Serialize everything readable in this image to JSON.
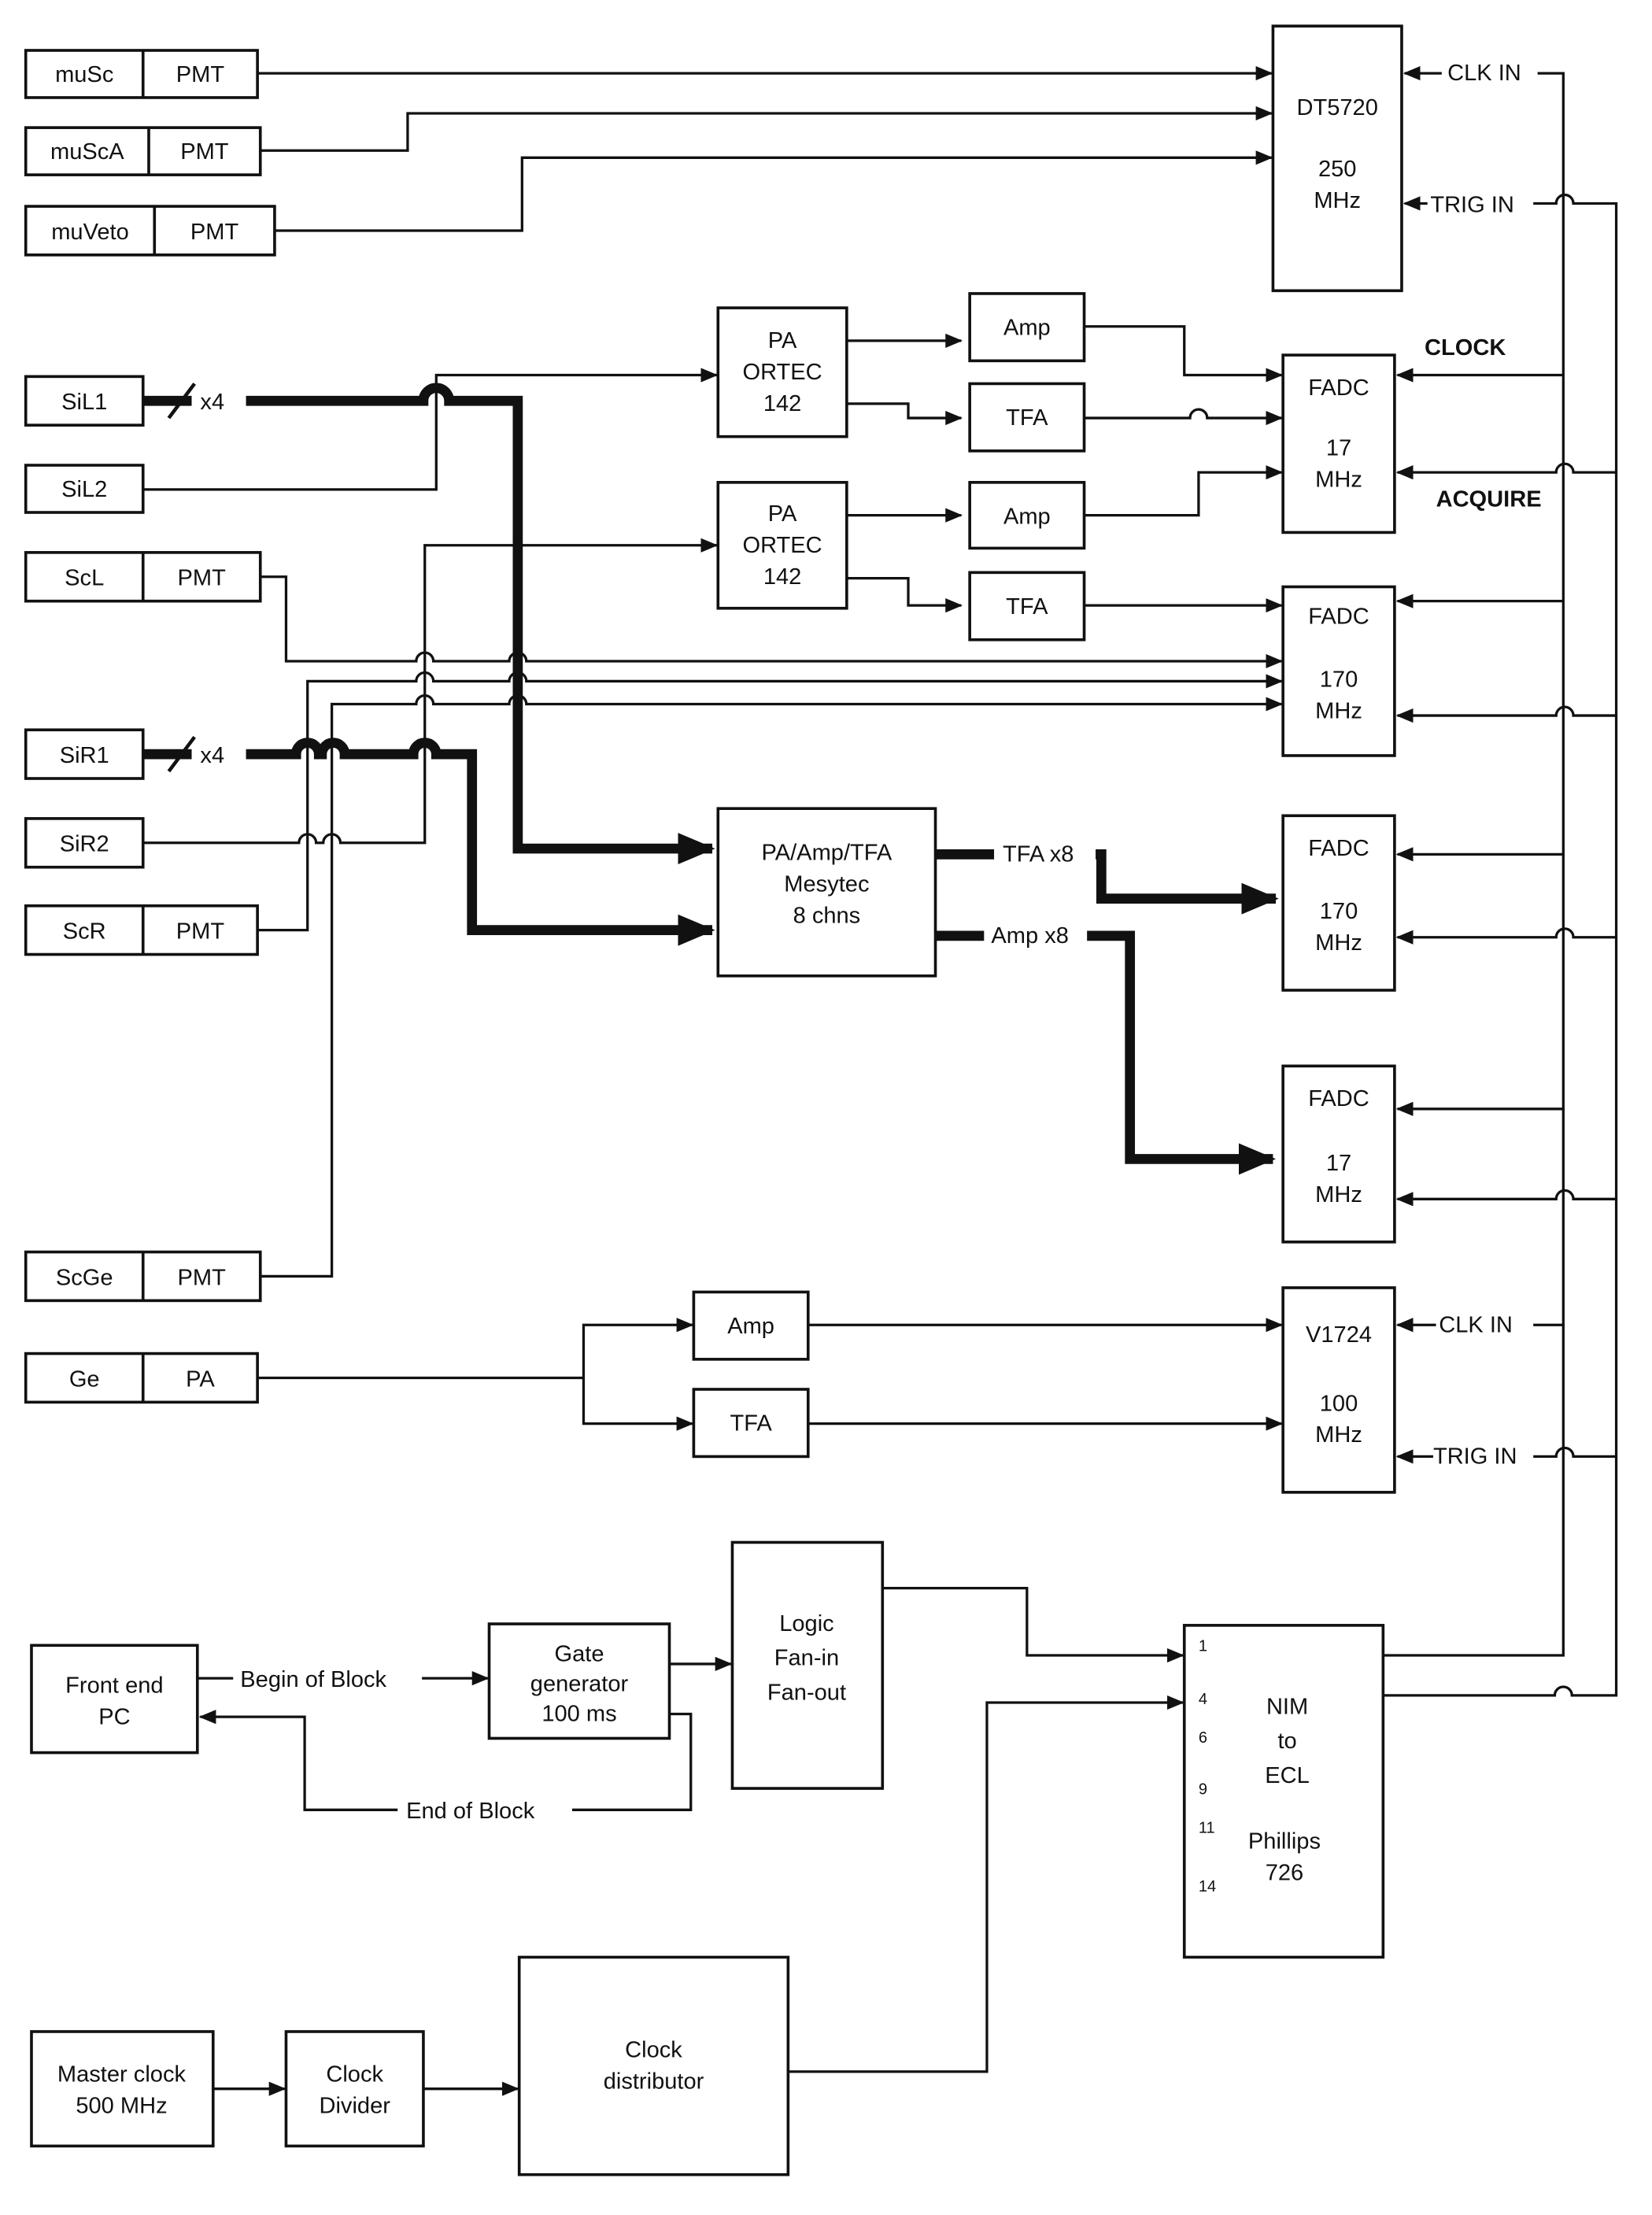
{
  "colors": {
    "line": "#111111",
    "background": "#ffffff"
  },
  "boxes": {
    "musc": {
      "label": "muSc",
      "out": "PMT"
    },
    "musca": {
      "label": "muScA",
      "out": "PMT"
    },
    "muveto": {
      "label": "muVeto",
      "out": "PMT"
    },
    "sil1": {
      "label": "SiL1"
    },
    "sil2": {
      "label": "SiL2"
    },
    "scl": {
      "label": "ScL",
      "out": "PMT"
    },
    "sir1": {
      "label": "SiR1"
    },
    "sir2": {
      "label": "SiR2"
    },
    "scr": {
      "label": "ScR",
      "out": "PMT"
    },
    "scge": {
      "label": "ScGe",
      "out": "PMT"
    },
    "ge": {
      "label": "Ge",
      "out": "PA"
    },
    "pa1": {
      "l1": "PA",
      "l2": "ORTEC",
      "l3": "142"
    },
    "pa2": {
      "l1": "PA",
      "l2": "ORTEC",
      "l3": "142"
    },
    "amp1": {
      "label": "Amp"
    },
    "tfa1": {
      "label": "TFA"
    },
    "amp2": {
      "label": "Amp"
    },
    "tfa2": {
      "label": "TFA"
    },
    "mesytec": {
      "l1": "PA/Amp/TFA",
      "l2": "Mesytec",
      "l3": "8 chns"
    },
    "amp3": {
      "label": "Amp"
    },
    "tfa3": {
      "label": "TFA"
    },
    "dt5720": {
      "l1": "DT5720",
      "l2": "250",
      "l3": "MHz"
    },
    "fadc1": {
      "l1": "FADC",
      "l2": "17",
      "l3": "MHz"
    },
    "fadc2": {
      "l1": "FADC",
      "l2": "170",
      "l3": "MHz"
    },
    "fadc3": {
      "l1": "FADC",
      "l2": "170",
      "l3": "MHz"
    },
    "fadc4": {
      "l1": "FADC",
      "l2": "17",
      "l3": "MHz"
    },
    "v1724": {
      "l1": "V1724",
      "l2": "100",
      "l3": "MHz"
    },
    "nim": {
      "l1": "NIM",
      "l2": "to",
      "l3": "ECL",
      "l4": "Phillips",
      "l5": "726",
      "ports": [
        "1",
        "4",
        "6",
        "9",
        "11",
        "14"
      ]
    },
    "frontend": {
      "l1": "Front end",
      "l2": "PC"
    },
    "gategen": {
      "l1": "Gate",
      "l2": "generator",
      "l3": "100 ms"
    },
    "logic": {
      "l1": "Logic",
      "l2": "Fan-in",
      "l3": "Fan-out"
    },
    "masterclock": {
      "l1": "Master clock",
      "l2": "500 MHz"
    },
    "clockdiv": {
      "l1": "Clock",
      "l2": "Divider"
    },
    "clockdist": {
      "l1": "Clock",
      "l2": "distributor"
    }
  },
  "labels": {
    "clk_in_top": "CLK IN",
    "trig_in_top": "TRIG IN",
    "clock": "CLOCK",
    "acquire": "ACQUIRE",
    "x4_left": "x4",
    "x4_right": "x4",
    "tfa_x8": "TFA x8",
    "amp_x8": "Amp x8",
    "begin_block": "Begin of Block",
    "end_block": "End of Block",
    "clk_in_v1724": "CLK IN",
    "trig_in_v1724": "TRIG IN"
  }
}
